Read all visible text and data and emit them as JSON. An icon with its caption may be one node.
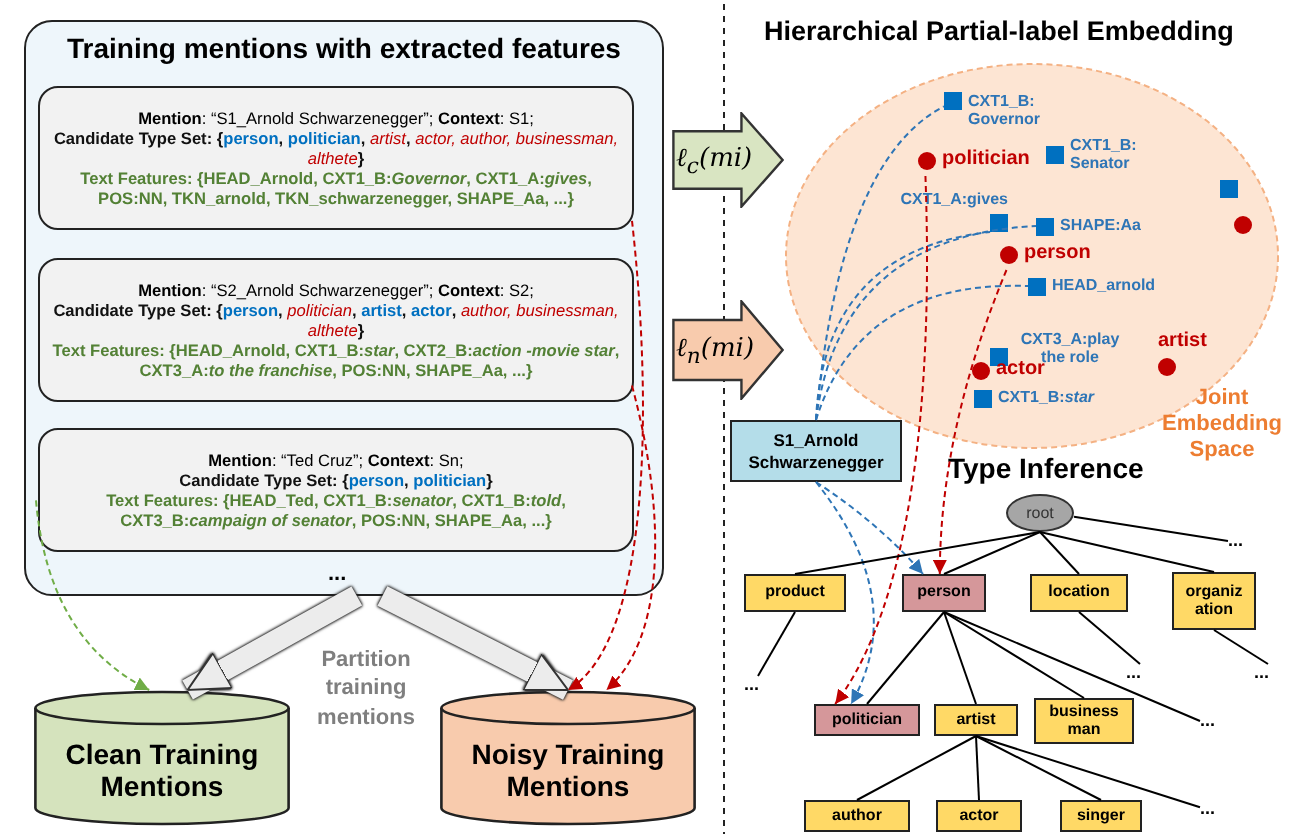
{
  "diagram": {
    "nodes": [
      {
        "text": [
          "Training mentions with extracted features"
        ]
      },
      {
        "text": [
          "**Mention**: “S1_Arnold Schwarzenegger”; **Context**: S1;",
          "Candidate Type Set: {**person**, **politician**, *artist*, *actor, author, businessman, althete*}",
          "Text Features: {HEAD_Arnold, CXT1_B:*Governor*, CXT1_A:*gives*, POS:NN, TKN_arnold, TKN_schwarzenegger, SHAPE_Aa, ...}"
        ],
        "in": 0
      },
      {
        "text": [
          "**Mention**: “S2_Arnold Schwarzenegger”; **Context**: S2;",
          "Candidate Type Set: {**person**, *politician*, **artist**, **actor**, *author, businessman, althete*}",
          "Text Features: {HEAD_Arnold, CXT1_B:*star*, CXT2_B:*action -movie star*, CXT3_A:*to the franchise*, POS:NN, SHAPE_Aa, ...}"
        ],
        "in": 0
      },
      {
        "text": [
          "**Mention**: “Ted Cruz”; **Context**: Sn;",
          "Candidate Type Set: {**person**, **politician**}",
          "Text Features: {HEAD_Ted, CXT1_B:*senator*, CXT1_B:*told*, CXT3_B:*campaign of senator*, POS:NN, SHAPE_Aa, ...}"
        ],
        "in": 0
      },
      {
        "text": [
          "Clean Training Mentions"
        ]
      },
      {
        "text": [
          "Noisy Training Mentions"
        ]
      },
      {
        "text": [
          "ℓ$_{c}$(mi)"
        ]
      },
      {
        "text": [
          "ℓ$_{n}$(mi)"
        ]
      },
      {
        "text": [
          "Joint Embedding Space"
        ]
      },
      {
        "text": [
          "CXT1_B: Governor"
        ],
        "in": 8
      },
      {
        "text": [
          "politician"
        ],
        "in": 8
      },
      {
        "text": [
          "CXT1_B: Senator"
        ],
        "in": 8
      },
      {
        "text": [
          "CXT1_A:gives"
        ],
        "in": 8
      },
      {
        "text": [
          "SHAPE:Aa"
        ],
        "in": 8
      },
      {
        "text": [
          "person"
        ],
        "in": 8
      },
      {
        "text": [
          "HEAD_arnold"
        ],
        "in": 8
      },
      {
        "text": [
          "CXT3_A:play the role"
        ],
        "in": 8
      },
      {
        "text": [
          "artist"
        ],
        "in": 8
      },
      {
        "text": [
          "actor"
        ],
        "in": 8
      },
      {
        "text": [
          "CXT1_B:*star*"
        ],
        "in": 8
      },
      {
        "text": [],
        "shape": "box",
        "in": 8
      },
      {
        "text": [],
        "shape": "circle",
        "in": 8
      },
      {
        "text": [
          "S1_Arnold Schwarzenegger"
        ]
      },
      {
        "text": [
          "root"
        ]
      },
      {
        "text": [
          "product"
        ]
      },
      {
        "text": [
          "person"
        ]
      },
      {
        "text": [
          "location"
        ]
      },
      {
        "text": [
          "organiz ation"
        ]
      },
      {
        "text": [
          "politician"
        ]
      },
      {
        "text": [
          "artist"
        ]
      },
      {
        "text": [
          "business man"
        ]
      },
      {
        "text": [
          "author"
        ]
      },
      {
        "text": [
          "actor"
        ]
      },
      {
        "text": [
          "singer"
        ]
      },
      {
        "text": [
          "..."
        ]
      },
      {
        "text": [
          "..."
        ]
      },
      {
        "text": [
          "..."
        ]
      },
      {
        "text": [
          "..."
        ]
      },
      {
        "text": [
          "..."
        ]
      },
      {
        "text": [
          "..."
        ]
      }
    ],
    "edges": [
      {
        "from": 0,
        "to": 4,
        "arrow": "to",
        "style": "thick",
        "color": "#ececec"
      },
      {
        "from": 0,
        "to": 5,
        "arrow": "to",
        "style": "thick",
        "color": "#ececec"
      },
      {
        "from": 3,
        "to": 4,
        "arrow": "to",
        "style": "dashed",
        "color": "#70ad47"
      },
      {
        "from": 1,
        "to": 5,
        "arrow": "to",
        "style": "dashed",
        "color": "#c00000"
      },
      {
        "from": 2,
        "to": 5,
        "arrow": "to",
        "style": "dashed",
        "color": "#c00000"
      },
      {
        "from": 22,
        "to": 9,
        "arrow": "none",
        "style": "dashed",
        "color": "#2e75b6"
      },
      {
        "from": 22,
        "to": 12,
        "arrow": "none",
        "style": "dashed",
        "color": "#2e75b6"
      },
      {
        "from": 22,
        "to": 13,
        "arrow": "none",
        "style": "dashed",
        "color": "#2e75b6"
      },
      {
        "from": 22,
        "to": 15,
        "arrow": "none",
        "style": "dashed",
        "color": "#2e75b6"
      },
      {
        "from": 22,
        "to": 25,
        "arrow": "to",
        "style": "dashed",
        "color": "#2e75b6"
      },
      {
        "from": 22,
        "to": 28,
        "arrow": "to",
        "style": "dashed",
        "color": "#2e75b6"
      },
      {
        "from": 10,
        "to": 28,
        "arrow": "to",
        "style": "dashed",
        "color": "#c00000"
      },
      {
        "from": 14,
        "to": 25,
        "arrow": "to",
        "style": "dashed",
        "color": "#c00000"
      },
      {
        "from": 23,
        "to": 24,
        "arrow": "none"
      },
      {
        "from": 23,
        "to": 25,
        "arrow": "none"
      },
      {
        "from": 23,
        "to": 26,
        "arrow": "none"
      },
      {
        "from": 23,
        "to": 27,
        "arrow": "none"
      },
      {
        "from": 23,
        "to": 34,
        "arrow": "none"
      },
      {
        "from": 24,
        "to": 35,
        "arrow": "none"
      },
      {
        "from": 25,
        "to": 28,
        "arrow": "none"
      },
      {
        "from": 25,
        "to": 29,
        "arrow": "none"
      },
      {
        "from": 25,
        "to": 30,
        "arrow": "none"
      },
      {
        "from": 25,
        "to": 38,
        "arrow": "none"
      },
      {
        "from": 26,
        "to": 36,
        "arrow": "none"
      },
      {
        "from": 27,
        "to": 37,
        "arrow": "none"
      },
      {
        "from": 29,
        "to": 31,
        "arrow": "none"
      },
      {
        "from": 29,
        "to": 32,
        "arrow": "none"
      },
      {
        "from": 29,
        "to": 33,
        "arrow": "none"
      },
      {
        "from": 29,
        "to": 39,
        "arrow": "none"
      }
    ],
    "labels": [
      "Hierarchical Partial-label Embedding",
      "...",
      "Partition training mentions",
      "Type Inference"
    ]
  }
}
